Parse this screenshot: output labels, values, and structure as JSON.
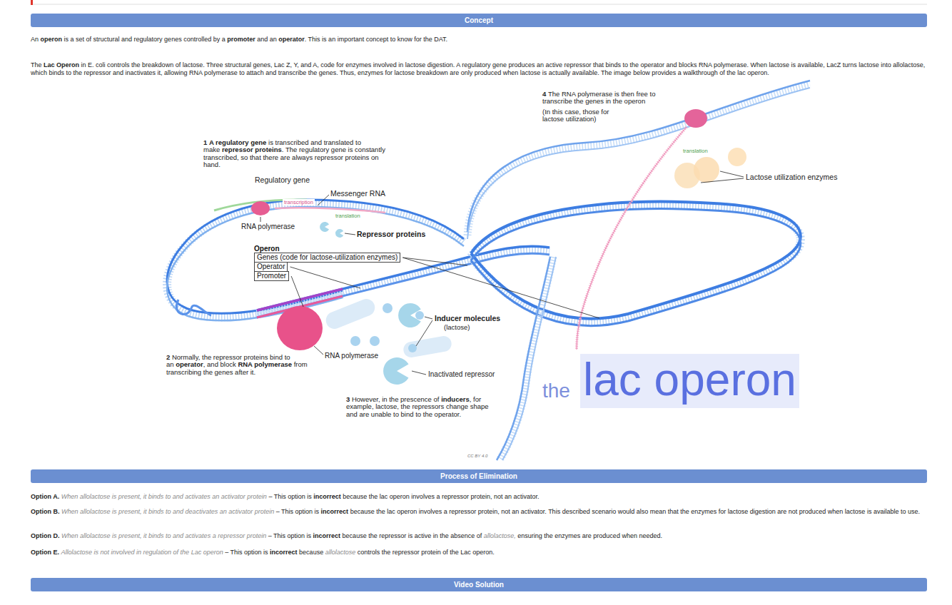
{
  "diagram": {
    "nodes": [
      {
        "text": [
          "Concept"
        ]
      },
      {
        "text": [
          "Operon",
          "Genes (code for lactose-utilization enzymes)",
          "Operator",
          "Promoter"
        ]
      },
      {
        "text": [
          "Process of Elimination"
        ]
      },
      {
        "text": [
          "Video Solution"
        ]
      }
    ],
    "labels": [
      "An",
      "operon",
      "is a set of structural and regulatory genes controlled by a",
      "promoter",
      "and an",
      "operator",
      ". This is an important concept to know for the DAT.",
      "The",
      "Lac Operon",
      "in E. coli controls the breakdown of lactose. Three structural genes, Lac Z, Y, and A, code for enzymes involved in lactose digestion. A regulatory gene produces an active repressor that binds to the operator and blocks RNA polymerase. When lactose is available, LacZ turns lactose into allolactose, which binds to the repressor and inactivates it, allowing RNA polymerase to attach and transcribe the genes. Thus, enzymes for lactose breakdown are only produced when lactose is actually available. The image below provides a walkthrough of the lac operon.",
      "1",
      "A regulatory gene",
      "is transcribed and translated to make",
      "repressor proteins",
      ". The regulatory gene is constantly transcribed, so that there are always repressor proteins on hand.",
      "Regulatory gene",
      "transcription",
      "Messenger RNA",
      "RNA polymerase",
      "translation",
      "Repressor proteins",
      "Inducer molecules",
      "(lactose)",
      "RNA polymerase",
      "Inactivated repressor",
      "2",
      "Normally, the repressor proteins bind to an",
      "operator",
      ", and block",
      "RNA polymerase",
      "from transcribing the genes after it.",
      "3",
      "However, in the prescence of",
      "inducers",
      ", for example, lactose, the repressors change shape and are unable to bind to the operator.",
      "4",
      "The RNA polymerase is then free to transcribe the genes in the operon",
      "(In this case, those for lactose utilization)",
      "translation",
      "Lactose utilization enzymes",
      "the",
      "lac operon",
      "CC BY 4.0",
      "Option A.",
      "When allolactose is present, it binds to and activates an activator protein",
      "– This option is",
      "incorrect",
      "because the lac operon involves a repressor protein, not an activator.",
      "Option B.",
      "When allolactose is present, it binds to and deactivates an activator protein",
      "– This option is",
      "incorrect",
      "because the lac operon involves a repressor protein, not an activator. This described scenario would also mean that the enzymes for lactose digestion are not produced when lactose is available to use.",
      "Option D.",
      "When allolactose is present, it binds to and activates a repressor protein",
      "– This option is",
      "incorrect",
      "because the repressor is active in the absence of",
      "allolactose,",
      "ensuring the enzymes are produced when needed.",
      "Option E.",
      "Allolactose is not involved in regulation of the Lac operon",
      "– This option is",
      "incorrect",
      "because",
      "allolactose",
      "controls the repressor protein of the Lac operon."
    ]
  }
}
